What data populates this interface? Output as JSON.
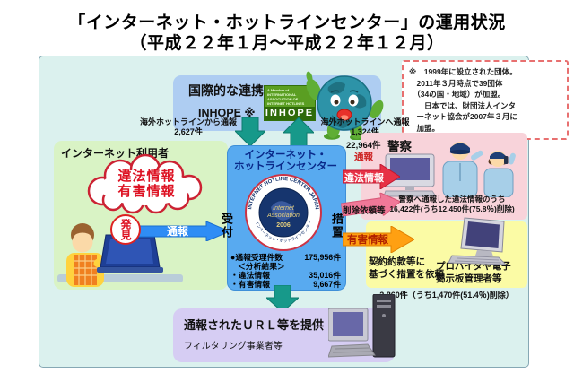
{
  "colors": {
    "container_bg": "#dbf1ee",
    "inhope_box": "#aecdf2",
    "users_box": "#d9f3c5",
    "center_box": "#58aaf0",
    "police_box": "#f8d3da",
    "provider_box": "#fbfba5",
    "filtering_box": "#d6cdf3",
    "teal_arrow": "#17998a",
    "blue_arrow": "#2f8df5",
    "red_arrow": "#e73145",
    "pink_arrow": "#f07898",
    "orange_arrow": "#ffa012",
    "alert_red": "#dd1122"
  },
  "title": {
    "line1": "「インターネット・ホットラインセンター」の運用状況",
    "line2": "（平成２２年１月～平成２２年１２月）"
  },
  "note": {
    "lines": [
      "※　1999年に設立された団体。",
      "　2011年３月時点で39団体",
      "　（34の国・地域）が加盟。",
      "　　日本では、財団法人インタ",
      "　ーネット協会が2007年３月に",
      "　加盟。"
    ]
  },
  "international": {
    "title": "国際的な連携",
    "name": "INHOPE ※",
    "logo_caption": "A Member of INTERNATIONAL ASSOCIATION OF INTERNET HOTLINES",
    "logo_text": "INHOPE"
  },
  "flows": {
    "from_overseas_label": "海外ホットラインから通報",
    "from_overseas_count": "2,627件",
    "to_overseas_label": "海外ホットラインへ通報",
    "to_overseas_count": "1,324件",
    "discover": "発見",
    "report": "通報",
    "to_police_count": "22,964件",
    "to_police_label": "通報",
    "illegal": "違法情報",
    "deletion_request": "削除依頼等",
    "harmful": "有害情報"
  },
  "users": {
    "label": "インターネット利用者",
    "cloud_line1": "違法情報",
    "cloud_line2": "有害情報"
  },
  "center": {
    "title_line1": "インターネット・",
    "title_line2": "ホットラインセンター",
    "reception": "受付",
    "action": "措置",
    "seal": {
      "ring_top": "INTERNET HOTLINE CENTER JAPAN",
      "ring_bottom": "インターネット・ホットラインセンター",
      "inner_line1": "Internet",
      "inner_line2": "Association",
      "year": "2006"
    },
    "stats": {
      "received_label": "●通報受理件数",
      "received_value": "175,956件",
      "analysis_header": "＜分析結果＞",
      "illegal_label": "・違法情報",
      "illegal_value": "35,016件",
      "harmful_label": "・有害情報",
      "harmful_value": "9,667件"
    }
  },
  "police": {
    "label": "警察",
    "note_line1": "警察へ通報した違法情報のうち",
    "note_line2": "16,422件(うち12,450件(75.8％)削除)"
  },
  "provider": {
    "request_line1": "契約約款等に",
    "request_line2": "基づく措置を依頼",
    "name_line1": "プロバイダや電子",
    "name_line2": "掲示板管理者等",
    "count": "2,860件（うち1,470件(51.4％)削除）"
  },
  "filtering": {
    "title": "通報されたＵＲＬ等を提供",
    "name": "フィルタリング事業者等"
  }
}
